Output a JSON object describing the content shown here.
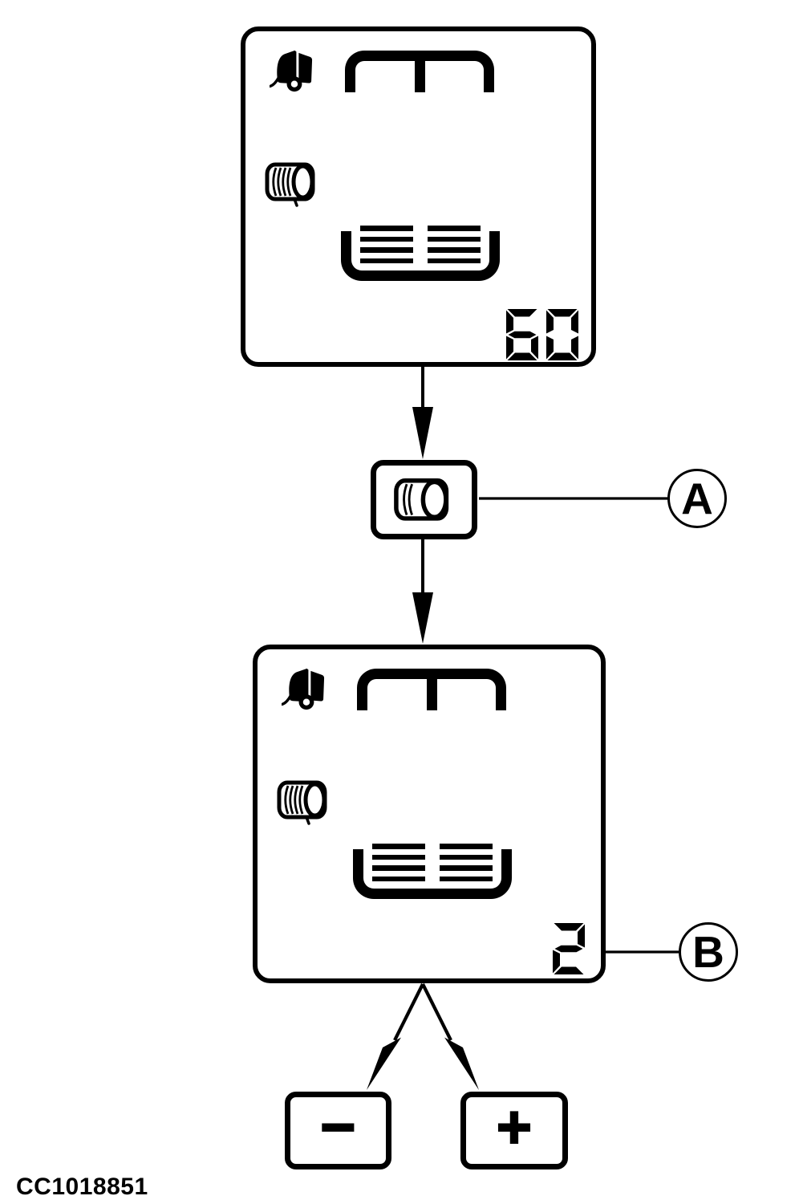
{
  "figure": {
    "code": "CC1018851"
  },
  "top_display": {
    "name": "net wrap display - wrap setting",
    "value": "60",
    "icon_names": [
      "round-baler-icon",
      "bale-chamber-top-icon",
      "net-wrap-roll-icon",
      "wrapped-bale-layers-icon"
    ]
  },
  "net_wrap_button": {
    "icon_name": "net-wrap-roll-icon",
    "callout_label": "A"
  },
  "bottom_display": {
    "name": "net wrap display - layer count",
    "value": "2",
    "callout_label": "B",
    "icon_names": [
      "round-baler-icon",
      "bale-chamber-top-icon",
      "net-wrap-roll-icon",
      "wrapped-bale-layers-icon"
    ]
  },
  "adjust_buttons": {
    "minus_label": "−",
    "plus_label": "+"
  },
  "colors": {
    "ink": "#000000",
    "background": "#ffffff"
  }
}
